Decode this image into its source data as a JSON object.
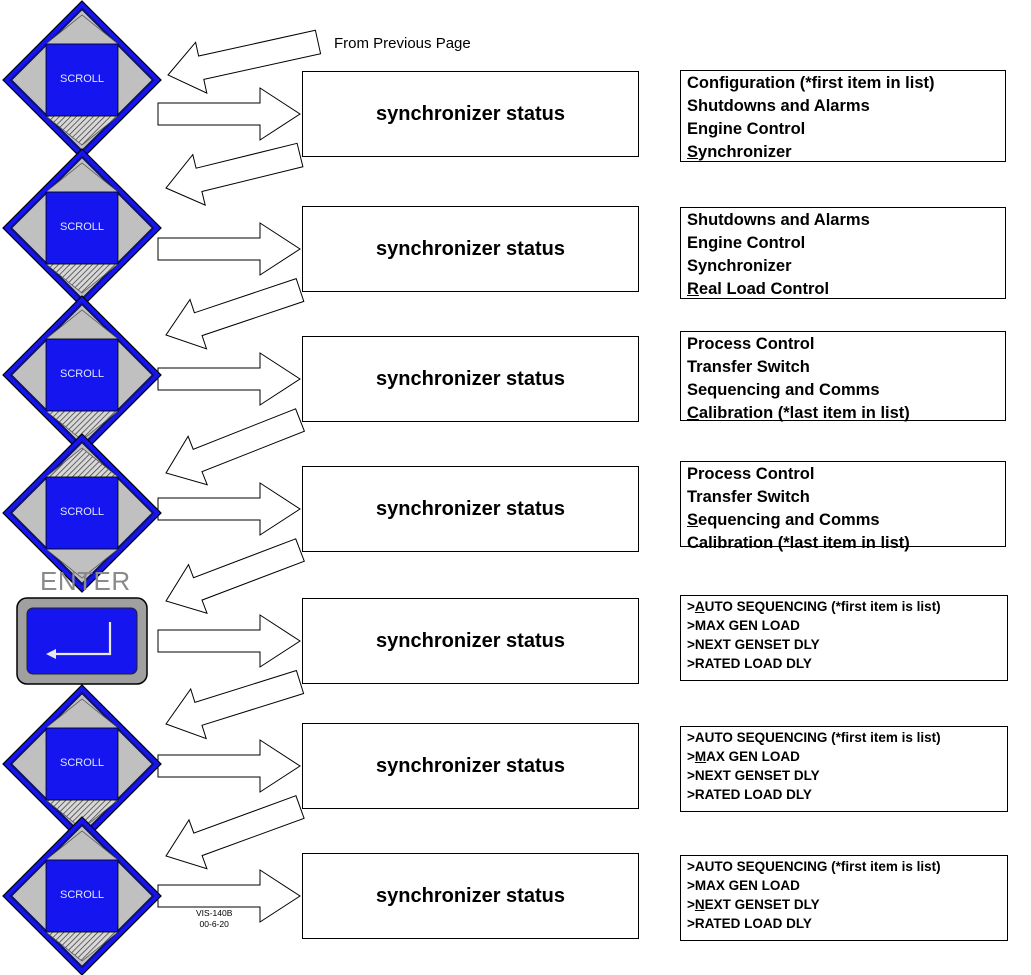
{
  "from_previous": "From Previous Page",
  "enter_label": "ENTER",
  "footer": {
    "code": "VIS-140B",
    "date": "00-6-20"
  },
  "colors": {
    "key_blue": "#1515f0",
    "key_gray": "#c0c0c0",
    "key_outline": "#111166"
  },
  "steps": [
    {
      "key": "scroll",
      "key_text": "SCROLL",
      "scroll_arrow": "down",
      "status": "synchronizer status",
      "menu_size": "large",
      "menu": [
        {
          "pre": "",
          "ul": "",
          "rest": "Configuration (*first item in list)"
        },
        {
          "pre": "",
          "ul": "",
          "rest": "Shutdowns and Alarms"
        },
        {
          "pre": "",
          "ul": "",
          "rest": "Engine Control"
        },
        {
          "pre": "",
          "ul": "S",
          "rest": "ynchronizer"
        }
      ]
    },
    {
      "key": "scroll",
      "key_text": "SCROLL",
      "scroll_arrow": "down",
      "status": "synchronizer status",
      "menu_size": "large",
      "menu": [
        {
          "pre": "",
          "ul": "",
          "rest": "Shutdowns and Alarms"
        },
        {
          "pre": "",
          "ul": "",
          "rest": "Engine Control"
        },
        {
          "pre": "",
          "ul": "",
          "rest": "Synchronizer"
        },
        {
          "pre": "",
          "ul": "R",
          "rest": "eal Load Control"
        }
      ]
    },
    {
      "key": "scroll",
      "key_text": "SCROLL",
      "scroll_arrow": "down",
      "status": "synchronizer status",
      "menu_size": "large",
      "menu": [
        {
          "pre": "",
          "ul": "",
          "rest": "Process Control"
        },
        {
          "pre": "",
          "ul": "",
          "rest": "Transfer Switch"
        },
        {
          "pre": "",
          "ul": "",
          "rest": "Sequencing and Comms"
        },
        {
          "pre": "",
          "ul": "C",
          "rest": "alibration  (*last item in list)"
        }
      ]
    },
    {
      "key": "scroll",
      "key_text": "SCROLL",
      "scroll_arrow": "up",
      "status": "synchronizer status",
      "menu_size": "large",
      "menu": [
        {
          "pre": "",
          "ul": "",
          "rest": "Process Control"
        },
        {
          "pre": "",
          "ul": "",
          "rest": "Transfer Switch"
        },
        {
          "pre": "",
          "ul": "S",
          "rest": "equencing and Comms"
        },
        {
          "pre": "",
          "ul": "",
          "rest": "Calibration (*last item in list)"
        }
      ]
    },
    {
      "key": "enter",
      "key_text": "",
      "scroll_arrow": "",
      "status": "synchronizer status",
      "menu_size": "small",
      "menu": [
        {
          "pre": ">",
          "ul": "A",
          "rest": "UTO SEQUENCING (*first item is list)"
        },
        {
          "pre": ">MAX GEN LOAD",
          "ul": "",
          "rest": ""
        },
        {
          "pre": ">NEXT GENSET DLY",
          "ul": "",
          "rest": ""
        },
        {
          "pre": ">RATED LOAD DLY",
          "ul": "",
          "rest": ""
        }
      ]
    },
    {
      "key": "scroll",
      "key_text": "SCROLL",
      "scroll_arrow": "down",
      "status": "synchronizer status",
      "menu_size": "small",
      "menu": [
        {
          "pre": ">AUTO SEQUENCING (*first item is list)",
          "ul": "",
          "rest": ""
        },
        {
          "pre": ">",
          "ul": "M",
          "rest": "AX GEN LOAD"
        },
        {
          "pre": ">NEXT GENSET DLY",
          "ul": "",
          "rest": ""
        },
        {
          "pre": ">RATED LOAD DLY",
          "ul": "",
          "rest": ""
        }
      ]
    },
    {
      "key": "scroll",
      "key_text": "SCROLL",
      "scroll_arrow": "down",
      "status": "synchronizer status",
      "menu_size": "small",
      "menu": [
        {
          "pre": ">AUTO SEQUENCING (*first item is list)",
          "ul": "",
          "rest": ""
        },
        {
          "pre": ">MAX GEN LOAD",
          "ul": "",
          "rest": ""
        },
        {
          "pre": ">",
          "ul": "N",
          "rest": "EXT GENSET DLY"
        },
        {
          "pre": ">RATED LOAD DLY",
          "ul": "",
          "rest": ""
        }
      ]
    }
  ]
}
